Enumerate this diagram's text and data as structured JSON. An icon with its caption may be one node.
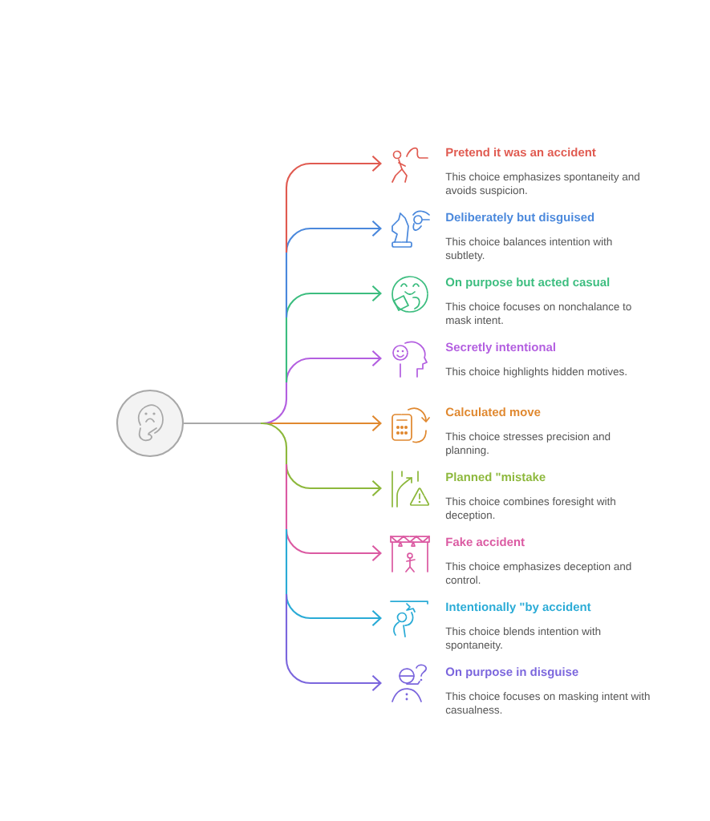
{
  "diagram": {
    "nodes": [
      {
        "text": [],
        "shape": "circle"
      },
      {
        "text": [
          "Pretend it was an accident",
          "This choice emphasizes spontaneity and avoids suspicion."
        ]
      },
      {
        "text": [
          "Deliberately but disguised",
          "This choice balances intention with subtlety."
        ]
      },
      {
        "text": [
          "On purpose but acted casual",
          "This choice focuses on nonchalance to mask intent."
        ]
      },
      {
        "text": [
          "Secretly intentional",
          "This choice highlights hidden motives."
        ]
      },
      {
        "text": [
          "Calculated move",
          "This choice stresses precision and planning."
        ]
      },
      {
        "text": [
          "Planned \"mistake",
          "This choice combines foresight with deception."
        ]
      },
      {
        "text": [
          "Fake accident",
          "This choice emphasizes deception and control."
        ]
      },
      {
        "text": [
          "Intentionally \"by accident",
          "This choice blends intention with spontaneity."
        ]
      },
      {
        "text": [
          "On purpose in disguise",
          "This choice focuses on masking intent with casualness."
        ]
      }
    ],
    "edges": [
      {
        "from": 0,
        "to": 1,
        "arrow": "to",
        "color": "#e05a50"
      },
      {
        "from": 0,
        "to": 2,
        "arrow": "to",
        "color": "#4a88dc"
      },
      {
        "from": 0,
        "to": 3,
        "arrow": "to",
        "color": "#3cbd7f"
      },
      {
        "from": 0,
        "to": 4,
        "arrow": "to",
        "color": "#b35fe0"
      },
      {
        "from": 0,
        "to": 5,
        "arrow": "to",
        "color": "#e0882f"
      },
      {
        "from": 0,
        "to": 6,
        "arrow": "to",
        "color": "#8db83c"
      },
      {
        "from": 0,
        "to": 7,
        "arrow": "to",
        "color": "#db5aa2"
      },
      {
        "from": 0,
        "to": 8,
        "arrow": "to",
        "color": "#2aabd6"
      },
      {
        "from": 0,
        "to": 9,
        "arrow": "to",
        "color": "#7b66dd"
      }
    ]
  }
}
